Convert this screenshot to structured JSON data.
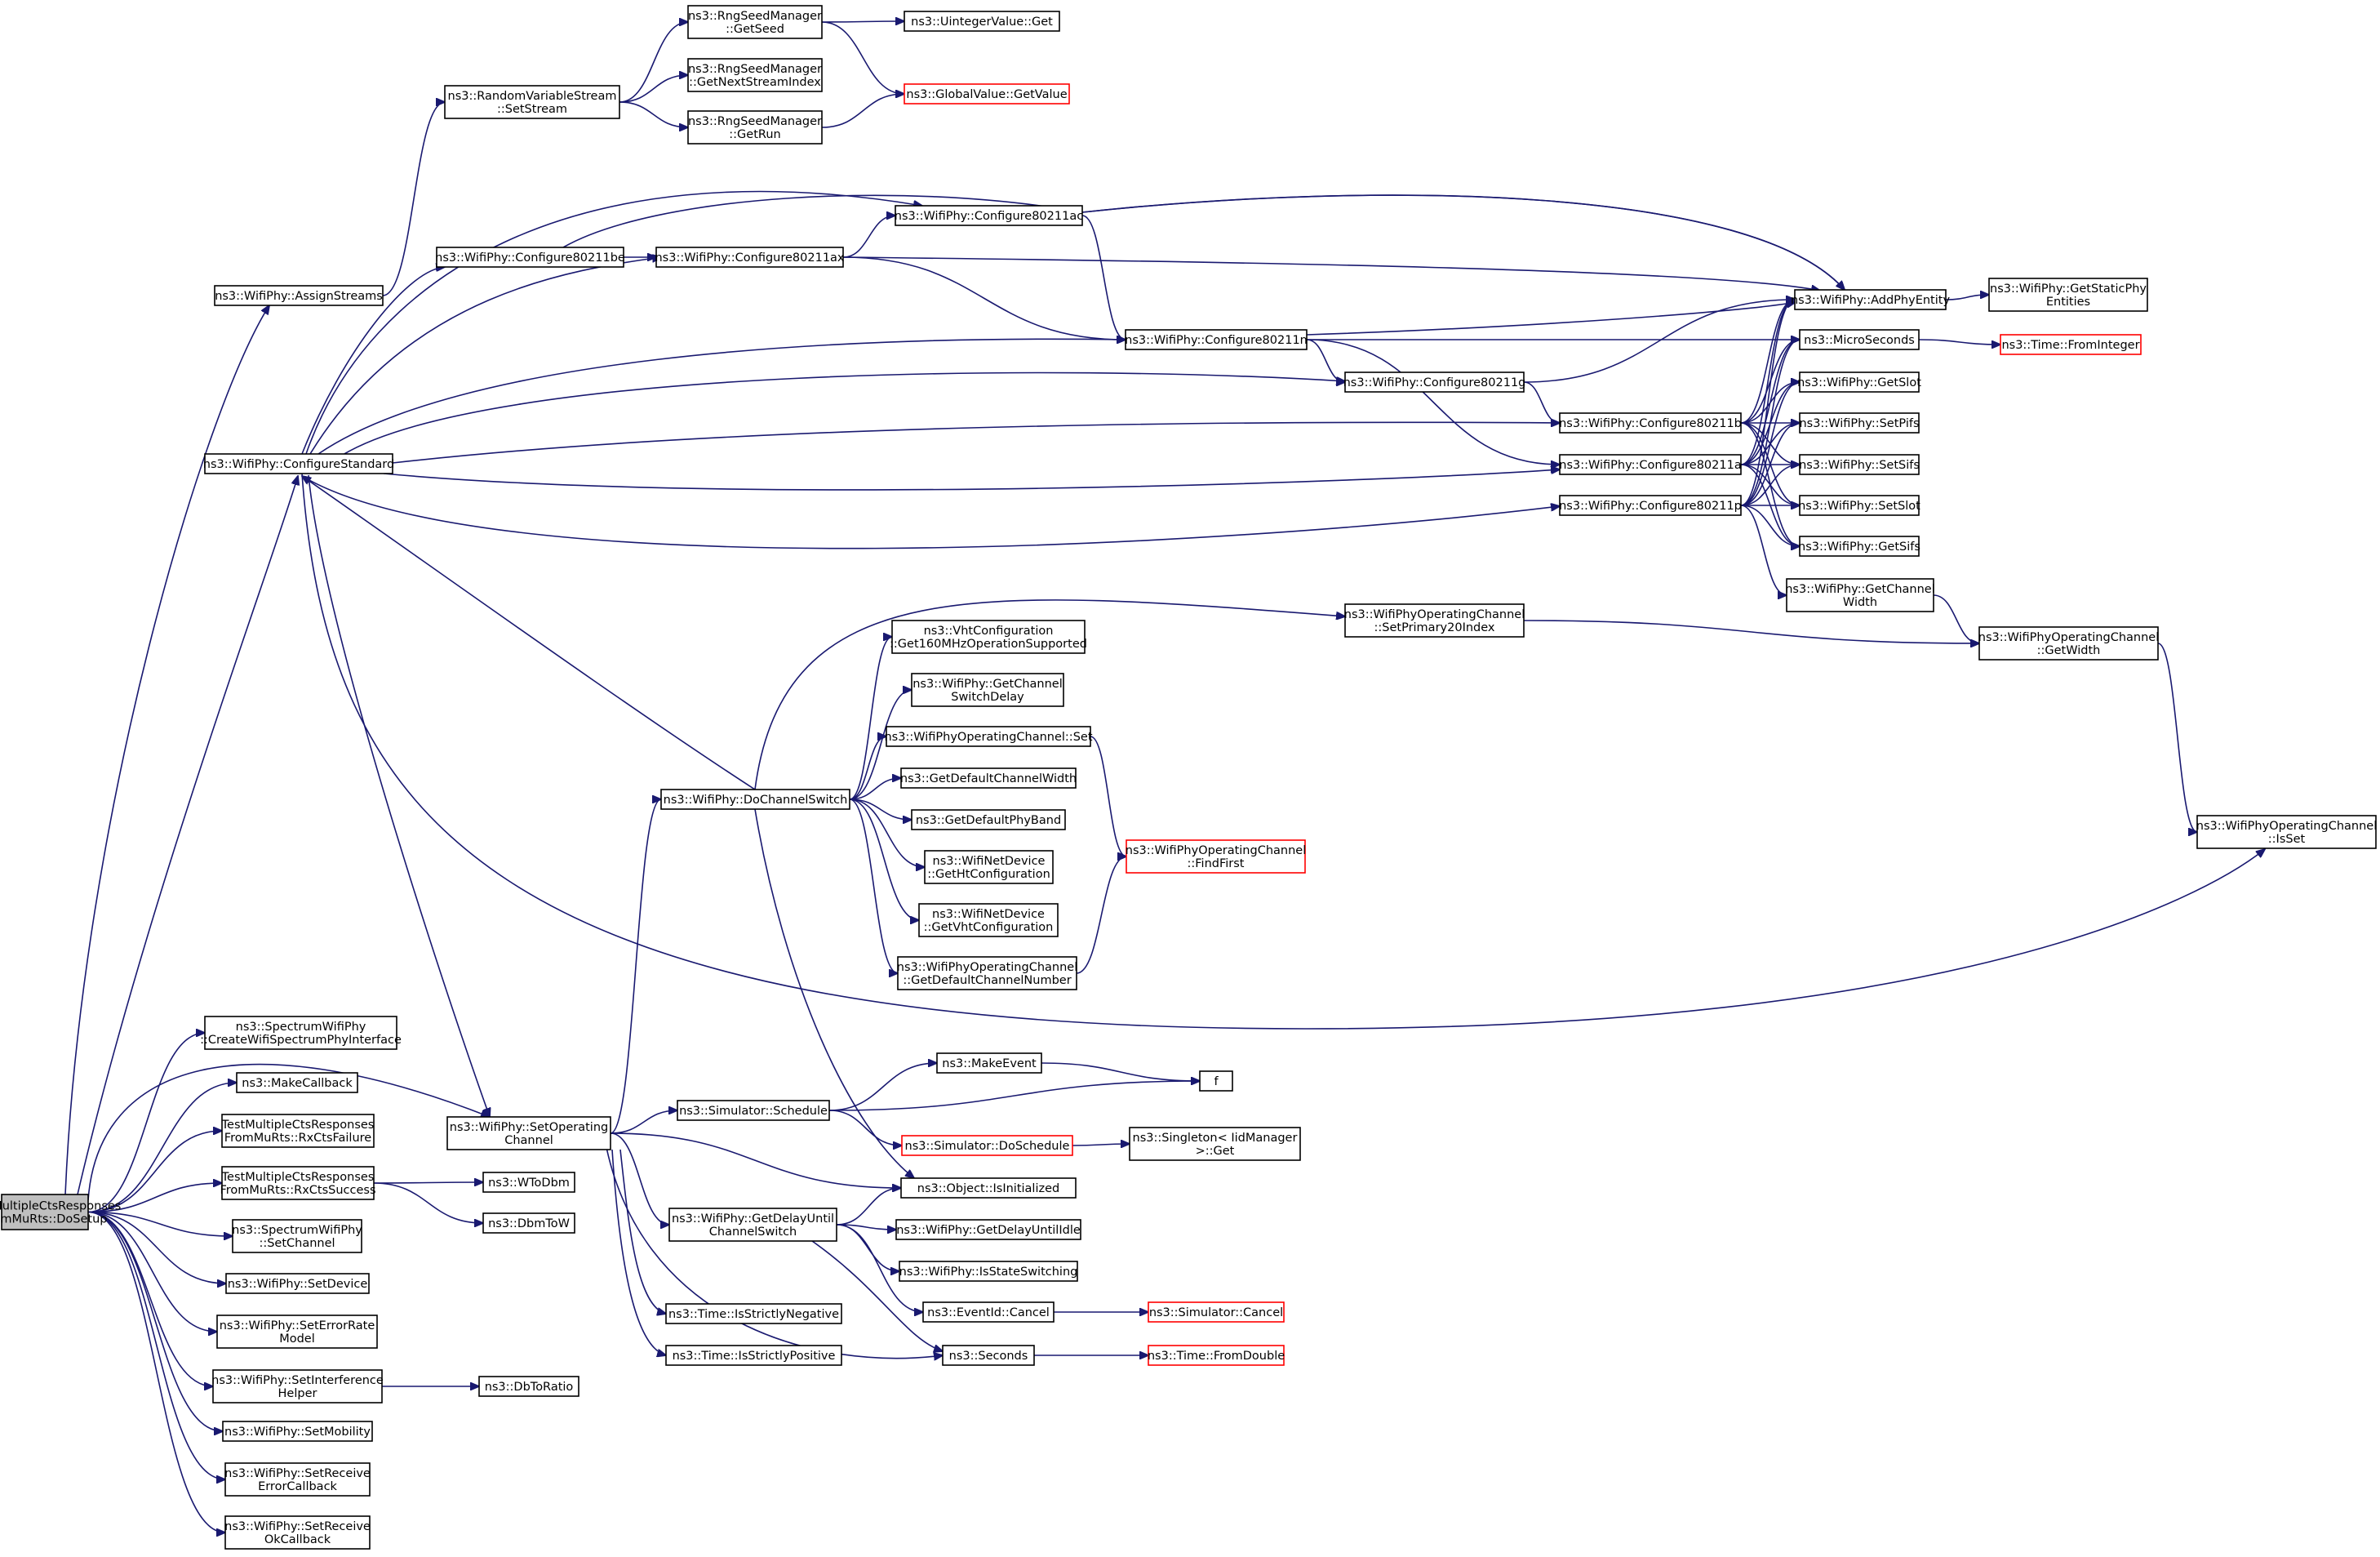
{
  "colors": {
    "edge": "#191970",
    "node_border": "#000000",
    "node_border_truncated": "#ff0000",
    "root_fill": "#bfbfbf",
    "background": "#ffffff"
  },
  "nodes": [
    {
      "id": "root",
      "lines": [
        "TestMultipleCtsResponses",
        "FromMuRts::DoSetup"
      ],
      "style": "root"
    },
    {
      "id": "assign_streams",
      "lines": [
        "ns3::WifiPhy::AssignStreams"
      ]
    },
    {
      "id": "rvs_setstream",
      "lines": [
        "ns3::RandomVariableStream",
        "::SetStream"
      ]
    },
    {
      "id": "rng_getseed",
      "lines": [
        "ns3::RngSeedManager",
        "::GetSeed"
      ]
    },
    {
      "id": "rng_getnextstream",
      "lines": [
        "ns3::RngSeedManager",
        "::GetNextStreamIndex"
      ]
    },
    {
      "id": "rng_getrun",
      "lines": [
        "ns3::RngSeedManager",
        "::GetRun"
      ]
    },
    {
      "id": "uinteger_get",
      "lines": [
        "ns3::UintegerValue::Get"
      ]
    },
    {
      "id": "globalvalue_getvalue",
      "lines": [
        "ns3::GlobalValue::GetValue"
      ],
      "style": "red"
    },
    {
      "id": "configure_standard",
      "lines": [
        "ns3::WifiPhy::ConfigureStandard"
      ]
    },
    {
      "id": "configure_be",
      "lines": [
        "ns3::WifiPhy::Configure80211be"
      ]
    },
    {
      "id": "configure_ax",
      "lines": [
        "ns3::WifiPhy::Configure80211ax"
      ]
    },
    {
      "id": "configure_ac",
      "lines": [
        "ns3::WifiPhy::Configure80211ac"
      ]
    },
    {
      "id": "configure_n",
      "lines": [
        "ns3::WifiPhy::Configure80211n"
      ]
    },
    {
      "id": "configure_g",
      "lines": [
        "ns3::WifiPhy::Configure80211g"
      ]
    },
    {
      "id": "configure_b",
      "lines": [
        "ns3::WifiPhy::Configure80211b"
      ]
    },
    {
      "id": "configure_a",
      "lines": [
        "ns3::WifiPhy::Configure80211a"
      ]
    },
    {
      "id": "configure_p",
      "lines": [
        "ns3::WifiPhy::Configure80211p"
      ]
    },
    {
      "id": "add_phy_entity",
      "lines": [
        "ns3::WifiPhy::AddPhyEntity"
      ]
    },
    {
      "id": "get_static_phy",
      "lines": [
        "ns3::WifiPhy::GetStaticPhy",
        "Entities"
      ]
    },
    {
      "id": "microseconds",
      "lines": [
        "ns3::MicroSeconds"
      ]
    },
    {
      "id": "time_frominteger",
      "lines": [
        "ns3::Time::FromInteger"
      ],
      "style": "red"
    },
    {
      "id": "get_slot",
      "lines": [
        "ns3::WifiPhy::GetSlot"
      ]
    },
    {
      "id": "set_pifs",
      "lines": [
        "ns3::WifiPhy::SetPifs"
      ]
    },
    {
      "id": "set_sifs",
      "lines": [
        "ns3::WifiPhy::SetSifs"
      ]
    },
    {
      "id": "set_slot",
      "lines": [
        "ns3::WifiPhy::SetSlot"
      ]
    },
    {
      "id": "get_sifs",
      "lines": [
        "ns3::WifiPhy::GetSifs"
      ]
    },
    {
      "id": "get_channel_width",
      "lines": [
        "ns3::WifiPhy::GetChannel",
        "Width"
      ]
    },
    {
      "id": "opchan_getwidth",
      "lines": [
        "ns3::WifiPhyOperatingChannel",
        "::GetWidth"
      ]
    },
    {
      "id": "opchan_isset",
      "lines": [
        "ns3::WifiPhyOperatingChannel",
        "::IsSet"
      ]
    },
    {
      "id": "opchan_setprimary",
      "lines": [
        "ns3::WifiPhyOperatingChannel",
        "::SetPrimary20Index"
      ]
    },
    {
      "id": "vht_get160",
      "lines": [
        "ns3::VhtConfiguration",
        "::Get160MHzOperationSupported"
      ]
    },
    {
      "id": "get_channel_switch_delay",
      "lines": [
        "ns3::WifiPhy::GetChannel",
        "SwitchDelay"
      ]
    },
    {
      "id": "opchan_set",
      "lines": [
        "ns3::WifiPhyOperatingChannel::Set"
      ]
    },
    {
      "id": "get_default_channel_width",
      "lines": [
        "ns3::GetDefaultChannelWidth"
      ]
    },
    {
      "id": "get_default_phy_band",
      "lines": [
        "ns3::GetDefaultPhyBand"
      ]
    },
    {
      "id": "get_ht_config",
      "lines": [
        "ns3::WifiNetDevice",
        "::GetHtConfiguration"
      ]
    },
    {
      "id": "get_vht_config",
      "lines": [
        "ns3::WifiNetDevice",
        "::GetVhtConfiguration"
      ]
    },
    {
      "id": "opchan_getdefault",
      "lines": [
        "ns3::WifiPhyOperatingChannel",
        "::GetDefaultChannelNumber"
      ]
    },
    {
      "id": "opchan_findfirst",
      "lines": [
        "ns3::WifiPhyOperatingChannel",
        "::FindFirst"
      ],
      "style": "red"
    },
    {
      "id": "do_channel_switch",
      "lines": [
        "ns3::WifiPhy::DoChannelSwitch"
      ]
    },
    {
      "id": "create_spectrum_if",
      "lines": [
        "ns3::SpectrumWifiPhy",
        "::CreateWifiSpectrumPhyInterface"
      ]
    },
    {
      "id": "make_callback",
      "lines": [
        "ns3::MakeCallback"
      ]
    },
    {
      "id": "rx_cts_failure",
      "lines": [
        "TestMultipleCtsResponses",
        "FromMuRts::RxCtsFailure"
      ]
    },
    {
      "id": "rx_cts_success",
      "lines": [
        "TestMultipleCtsResponses",
        "FromMuRts::RxCtsSuccess"
      ]
    },
    {
      "id": "set_operating_channel",
      "lines": [
        "ns3::WifiPhy::SetOperating",
        "Channel"
      ]
    },
    {
      "id": "spectrum_set_channel",
      "lines": [
        "ns3::SpectrumWifiPhy",
        "::SetChannel"
      ]
    },
    {
      "id": "set_device",
      "lines": [
        "ns3::WifiPhy::SetDevice"
      ]
    },
    {
      "id": "set_error_rate",
      "lines": [
        "ns3::WifiPhy::SetErrorRate",
        "Model"
      ]
    },
    {
      "id": "set_interference",
      "lines": [
        "ns3::WifiPhy::SetInterference",
        "Helper"
      ]
    },
    {
      "id": "set_mobility",
      "lines": [
        "ns3::WifiPhy::SetMobility"
      ]
    },
    {
      "id": "set_receive_error",
      "lines": [
        "ns3::WifiPhy::SetReceive",
        "ErrorCallback"
      ]
    },
    {
      "id": "set_receive_ok",
      "lines": [
        "ns3::WifiPhy::SetReceive",
        "OkCallback"
      ]
    },
    {
      "id": "w_to_dbm",
      "lines": [
        "ns3::WToDbm"
      ]
    },
    {
      "id": "dbm_to_w",
      "lines": [
        "ns3::DbmToW"
      ]
    },
    {
      "id": "db_to_ratio",
      "lines": [
        "ns3::DbToRatio"
      ]
    },
    {
      "id": "sim_schedule",
      "lines": [
        "ns3::Simulator::Schedule"
      ]
    },
    {
      "id": "make_event",
      "lines": [
        "ns3::MakeEvent"
      ]
    },
    {
      "id": "f",
      "lines": [
        "f"
      ]
    },
    {
      "id": "sim_doschedule",
      "lines": [
        "ns3::Simulator::DoSchedule"
      ],
      "style": "red"
    },
    {
      "id": "singleton_get",
      "lines": [
        "ns3::Singleton< IidManager",
        " >::Get"
      ]
    },
    {
      "id": "object_isinit",
      "lines": [
        "ns3::Object::IsInitialized"
      ]
    },
    {
      "id": "get_delay_until_cs",
      "lines": [
        "ns3::WifiPhy::GetDelayUntil",
        "ChannelSwitch"
      ]
    },
    {
      "id": "get_delay_until_idle",
      "lines": [
        "ns3::WifiPhy::GetDelayUntilIdle"
      ]
    },
    {
      "id": "is_state_switching",
      "lines": [
        "ns3::WifiPhy::IsStateSwitching"
      ]
    },
    {
      "id": "eventid_cancel",
      "lines": [
        "ns3::EventId::Cancel"
      ]
    },
    {
      "id": "sim_cancel",
      "lines": [
        "ns3::Simulator::Cancel"
      ],
      "style": "red"
    },
    {
      "id": "time_isstrictlyneg",
      "lines": [
        "ns3::Time::IsStrictlyNegative"
      ]
    },
    {
      "id": "time_isstrictlypos",
      "lines": [
        "ns3::Time::IsStrictlyPositive"
      ]
    },
    {
      "id": "seconds",
      "lines": [
        "ns3::Seconds"
      ]
    },
    {
      "id": "time_fromdouble",
      "lines": [
        "ns3::Time::FromDouble"
      ],
      "style": "red"
    }
  ],
  "edges": [
    [
      "root",
      "assign_streams"
    ],
    [
      "root",
      "configure_standard"
    ],
    [
      "root",
      "create_spectrum_if"
    ],
    [
      "root",
      "make_callback"
    ],
    [
      "root",
      "rx_cts_failure"
    ],
    [
      "root",
      "rx_cts_success"
    ],
    [
      "root",
      "set_operating_channel"
    ],
    [
      "root",
      "spectrum_set_channel"
    ],
    [
      "root",
      "set_device"
    ],
    [
      "root",
      "set_error_rate"
    ],
    [
      "root",
      "set_interference"
    ],
    [
      "root",
      "set_mobility"
    ],
    [
      "root",
      "set_receive_error"
    ],
    [
      "root",
      "set_receive_ok"
    ],
    [
      "assign_streams",
      "rvs_setstream"
    ],
    [
      "rvs_setstream",
      "rng_getseed"
    ],
    [
      "rvs_setstream",
      "rng_getnextstream"
    ],
    [
      "rvs_setstream",
      "rng_getrun"
    ],
    [
      "rng_getseed",
      "uinteger_get"
    ],
    [
      "rng_getseed",
      "globalvalue_getvalue"
    ],
    [
      "rng_getrun",
      "globalvalue_getvalue"
    ],
    [
      "configure_standard",
      "configure_be"
    ],
    [
      "configure_standard",
      "configure_ax"
    ],
    [
      "configure_standard",
      "configure_ac"
    ],
    [
      "configure_standard",
      "configure_n"
    ],
    [
      "configure_standard",
      "configure_g"
    ],
    [
      "configure_standard",
      "configure_b"
    ],
    [
      "configure_standard",
      "configure_a"
    ],
    [
      "configure_standard",
      "configure_p"
    ],
    [
      "configure_standard",
      "set_operating_channel"
    ],
    [
      "configure_be",
      "configure_ax"
    ],
    [
      "configure_be",
      "add_phy_entity"
    ],
    [
      "configure_ax",
      "configure_ac"
    ],
    [
      "configure_ax",
      "configure_n"
    ],
    [
      "configure_ax",
      "add_phy_entity"
    ],
    [
      "configure_ac",
      "configure_n"
    ],
    [
      "configure_ac",
      "add_phy_entity"
    ],
    [
      "configure_n",
      "configure_g"
    ],
    [
      "configure_n",
      "configure_a"
    ],
    [
      "configure_n",
      "add_phy_entity"
    ],
    [
      "configure_n",
      "microseconds"
    ],
    [
      "configure_g",
      "configure_b"
    ],
    [
      "configure_g",
      "add_phy_entity"
    ],
    [
      "configure_b",
      "add_phy_entity"
    ],
    [
      "configure_b",
      "microseconds"
    ],
    [
      "configure_b",
      "get_slot"
    ],
    [
      "configure_b",
      "set_pifs"
    ],
    [
      "configure_b",
      "set_sifs"
    ],
    [
      "configure_b",
      "set_slot"
    ],
    [
      "configure_b",
      "get_sifs"
    ],
    [
      "configure_a",
      "add_phy_entity"
    ],
    [
      "configure_a",
      "microseconds"
    ],
    [
      "configure_a",
      "get_slot"
    ],
    [
      "configure_a",
      "set_pifs"
    ],
    [
      "configure_a",
      "set_sifs"
    ],
    [
      "configure_a",
      "set_slot"
    ],
    [
      "configure_a",
      "get_sifs"
    ],
    [
      "configure_p",
      "add_phy_entity"
    ],
    [
      "configure_p",
      "microseconds"
    ],
    [
      "configure_p",
      "get_slot"
    ],
    [
      "configure_p",
      "set_pifs"
    ],
    [
      "configure_p",
      "set_sifs"
    ],
    [
      "configure_p",
      "set_slot"
    ],
    [
      "configure_p",
      "get_sifs"
    ],
    [
      "configure_p",
      "get_channel_width"
    ],
    [
      "add_phy_entity",
      "get_static_phy"
    ],
    [
      "microseconds",
      "time_frominteger"
    ],
    [
      "get_channel_width",
      "opchan_getwidth"
    ],
    [
      "opchan_getwidth",
      "opchan_isset"
    ],
    [
      "opchan_setprimary",
      "opchan_getwidth"
    ],
    [
      "configure_standard",
      "opchan_isset"
    ],
    [
      "do_channel_switch",
      "configure_standard"
    ],
    [
      "do_channel_switch",
      "opchan_setprimary"
    ],
    [
      "do_channel_switch",
      "vht_get160"
    ],
    [
      "do_channel_switch",
      "get_channel_switch_delay"
    ],
    [
      "do_channel_switch",
      "opchan_set"
    ],
    [
      "do_channel_switch",
      "get_default_channel_width"
    ],
    [
      "do_channel_switch",
      "get_default_phy_band"
    ],
    [
      "do_channel_switch",
      "get_ht_config"
    ],
    [
      "do_channel_switch",
      "get_vht_config"
    ],
    [
      "do_channel_switch",
      "opchan_getdefault"
    ],
    [
      "do_channel_switch",
      "object_isinit"
    ],
    [
      "opchan_set",
      "opchan_findfirst"
    ],
    [
      "opchan_getdefault",
      "opchan_findfirst"
    ],
    [
      "rx_cts_success",
      "w_to_dbm"
    ],
    [
      "rx_cts_success",
      "dbm_to_w"
    ],
    [
      "set_interference",
      "db_to_ratio"
    ],
    [
      "set_operating_channel",
      "do_channel_switch"
    ],
    [
      "set_operating_channel",
      "sim_schedule"
    ],
    [
      "set_operating_channel",
      "object_isinit"
    ],
    [
      "set_operating_channel",
      "get_delay_until_cs"
    ],
    [
      "set_operating_channel",
      "time_isstrictlyneg"
    ],
    [
      "set_operating_channel",
      "time_isstrictlypos"
    ],
    [
      "set_operating_channel",
      "seconds"
    ],
    [
      "sim_schedule",
      "make_event"
    ],
    [
      "sim_schedule",
      "f"
    ],
    [
      "sim_schedule",
      "sim_doschedule"
    ],
    [
      "make_event",
      "f"
    ],
    [
      "sim_doschedule",
      "singleton_get"
    ],
    [
      "get_delay_until_cs",
      "object_isinit"
    ],
    [
      "get_delay_until_cs",
      "get_delay_until_idle"
    ],
    [
      "get_delay_until_cs",
      "is_state_switching"
    ],
    [
      "get_delay_until_cs",
      "eventid_cancel"
    ],
    [
      "get_delay_until_cs",
      "seconds"
    ],
    [
      "eventid_cancel",
      "sim_cancel"
    ],
    [
      "seconds",
      "time_fromdouble"
    ]
  ]
}
